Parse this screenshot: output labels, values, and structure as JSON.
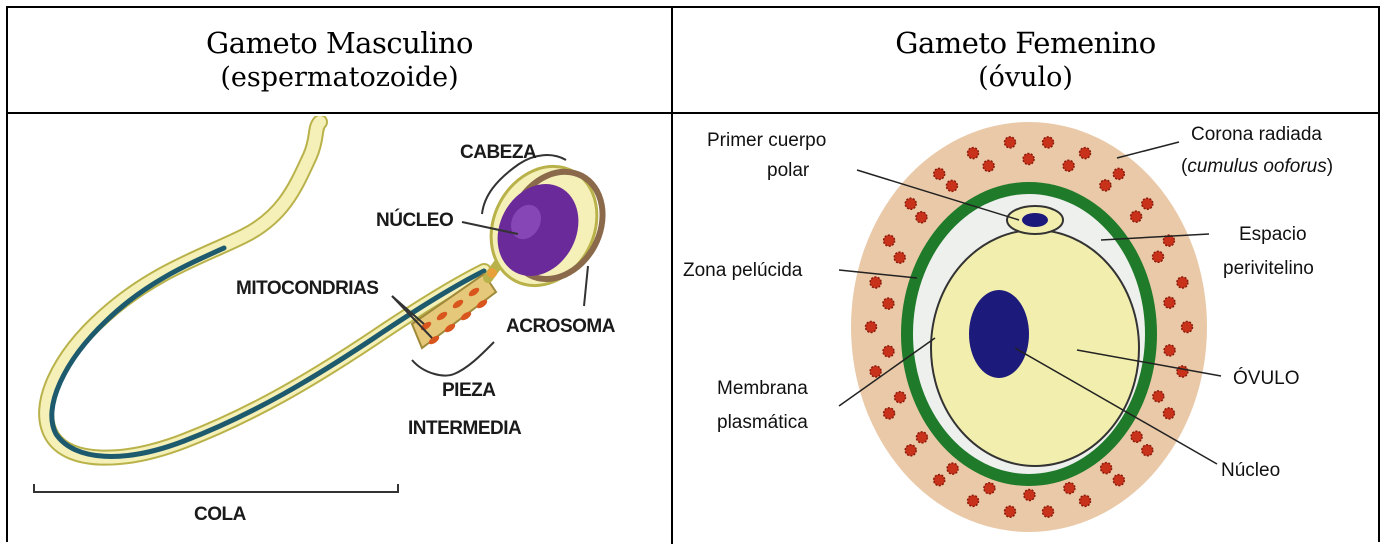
{
  "headers": {
    "male": {
      "title": "Gameto Masculino",
      "subtitle": "(espermatozoide)"
    },
    "female": {
      "title": "Gameto Femenino",
      "subtitle": "(óvulo)"
    }
  },
  "sperm_labels": {
    "head": "CABEZA",
    "nucleus": "NÚCLEO",
    "mitochondria": "MITOCONDRIAS",
    "acrosome": "ACROSOMA",
    "midpiece_1": "PIEZA",
    "midpiece_2": "INTERMEDIA",
    "tail": "COLA"
  },
  "ovum_labels": {
    "polar_body_1": "Primer cuerpo",
    "polar_body_2": "polar",
    "corona_1": "Corona radiada",
    "corona_2": "(cumulus ooforus)",
    "zona": "Zona pelúcida",
    "perivitelline_1": "Espacio",
    "perivitelline_2": "perivitelino",
    "ovum": "ÓVULO",
    "membrane_1": "Membrana",
    "membrane_2": "plasmática",
    "nucleus": "Núcleo"
  },
  "colors": {
    "sperm_nucleus": "#6a2a9a",
    "sperm_tail": "#1e5a6e",
    "sperm_sheath": "#f4f0b8",
    "mitochondria": "#d9551e",
    "corona": "#e9c9a8",
    "zona": "#1f7a2a",
    "cytoplasm": "#f2efae",
    "ovum_nucleus": "#1c1a7a",
    "granule": "#c8321a"
  }
}
